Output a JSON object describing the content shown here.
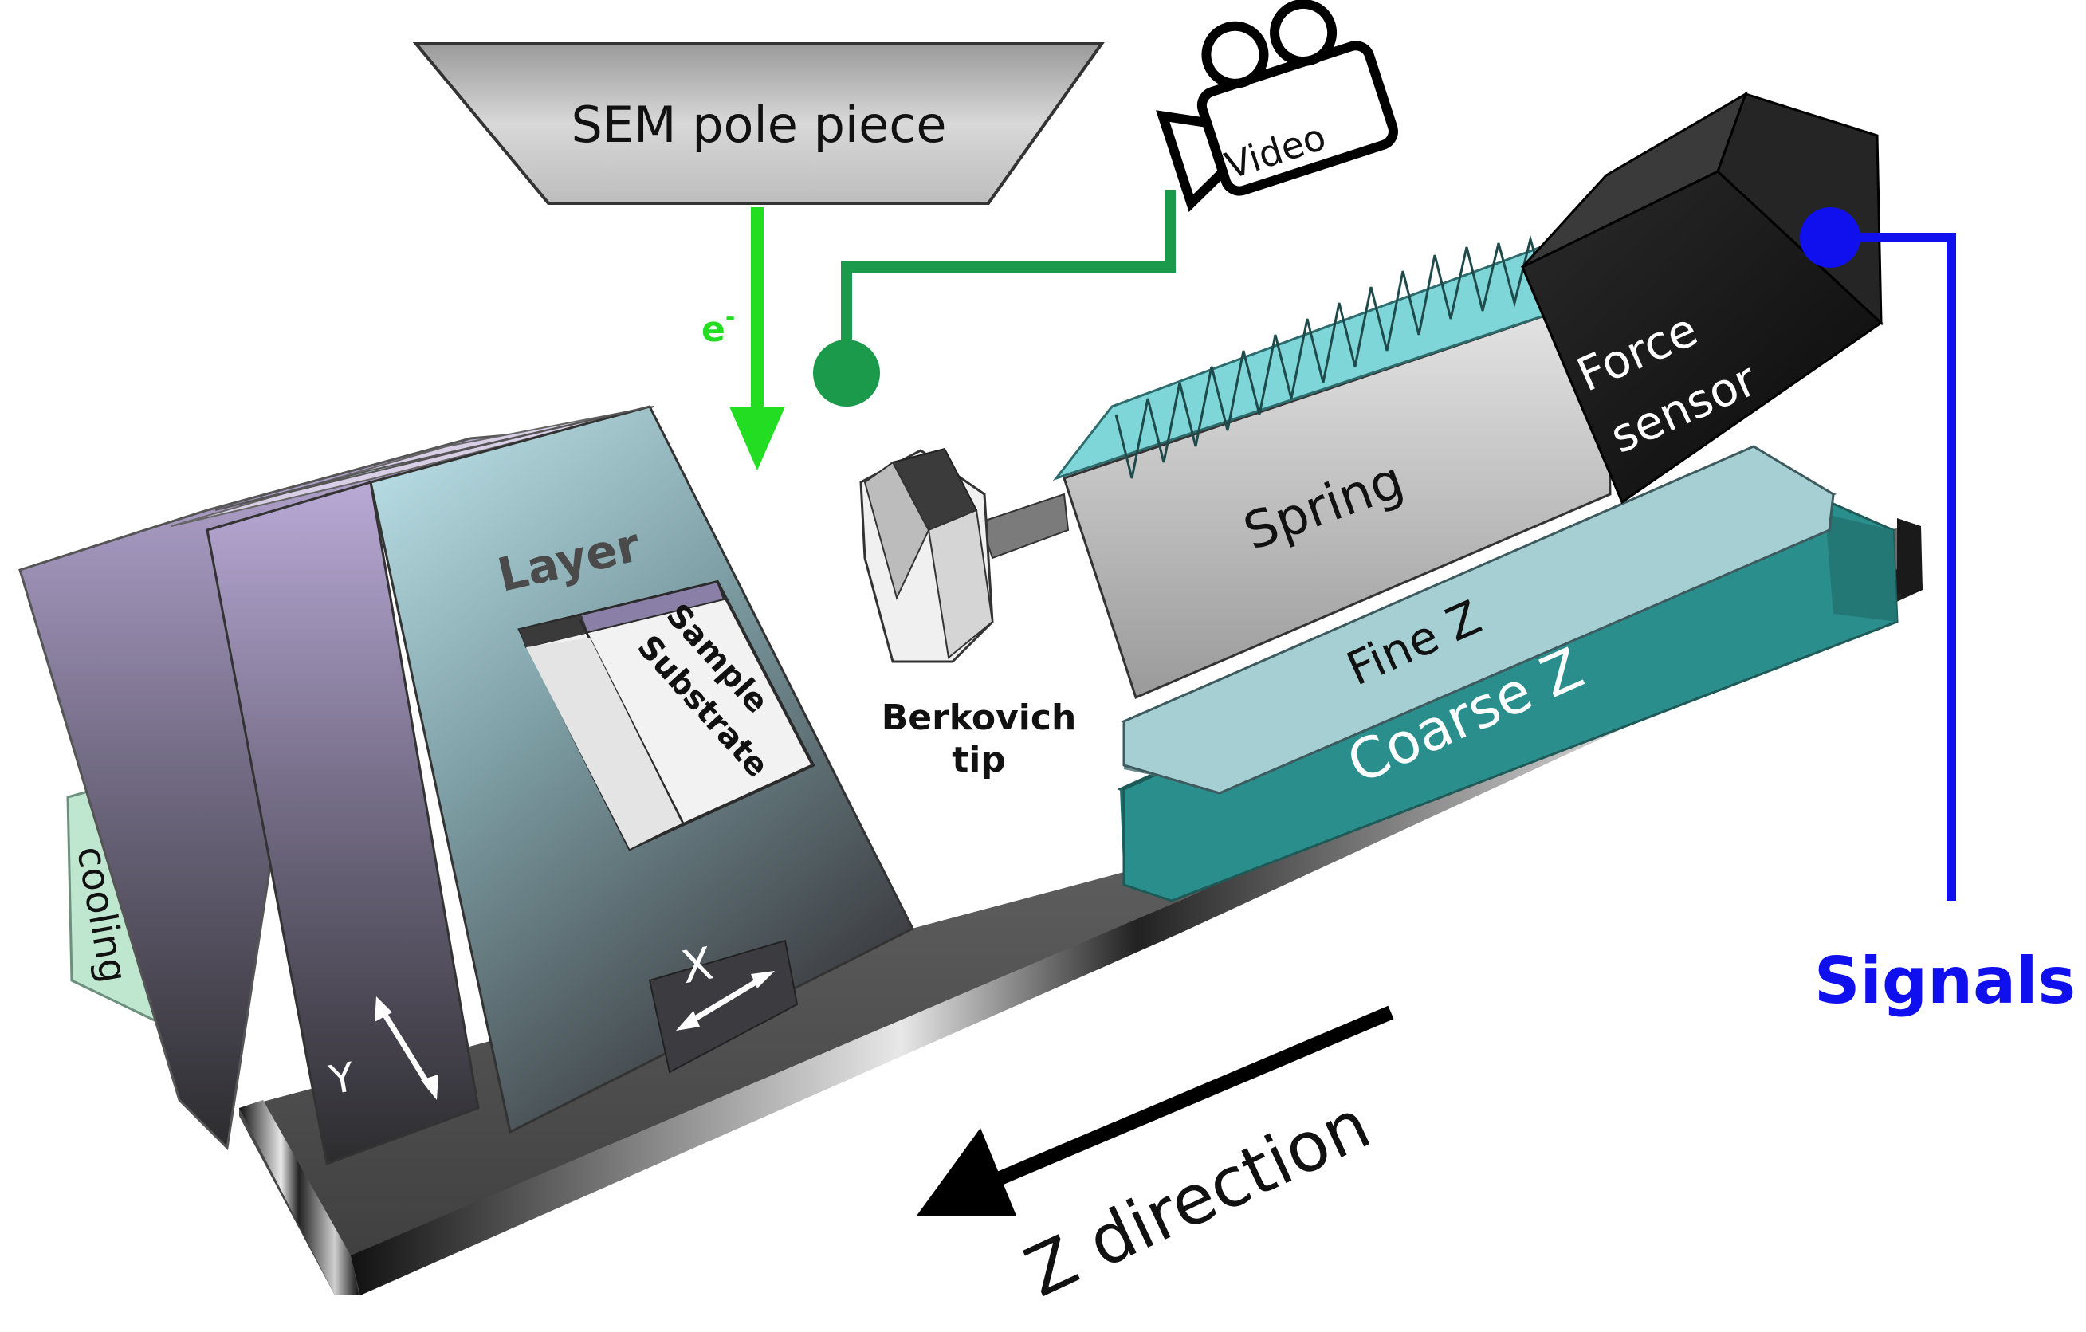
{
  "labels": {
    "sem_pole_piece": "SEM pole piece",
    "electron": "e",
    "electron_sup": "-",
    "video": "Video",
    "force_sensor_line1": "Force",
    "force_sensor_line2": "sensor",
    "spring": "Spring",
    "fine_z": "Fine Z",
    "coarse_z": "Coarse Z",
    "berkovich_line1": "Berkovich",
    "berkovich_line2": "tip",
    "layer": "Layer",
    "sample": "Sample",
    "substrate": "Substrate",
    "cooling": "cooling",
    "axis_x": "X",
    "axis_y": "Y",
    "signals": "Signals",
    "z_direction": "Z direction"
  },
  "colors": {
    "electron_beam": "#22dd22",
    "video_line": "#1a9a4a",
    "signals_line": "#1010ee",
    "coarse_z": "#2a8f8c",
    "spring_coil": "#7fd6d8",
    "force_sensor": "#1c1c1c",
    "pole_piece": "#b8b8b8",
    "cooling": "#bfe6cf",
    "stage_violet": "#d2c2e8"
  },
  "icons": {
    "video": "video-camera-icon",
    "tip": "berkovich-tip-icon",
    "arrow": "z-direction-arrow-icon"
  }
}
